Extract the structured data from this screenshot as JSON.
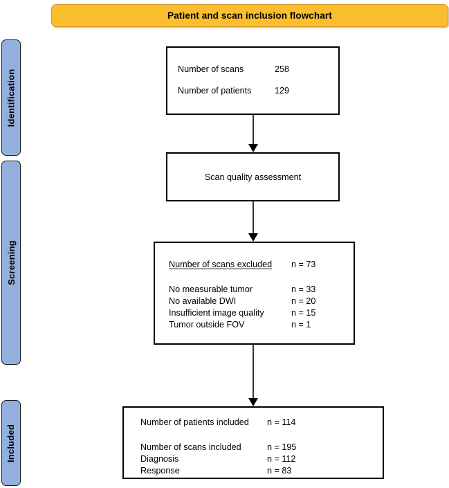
{
  "title": {
    "text": "Patient and scan inclusion flowchart",
    "background_color": "#FBBE2E",
    "border_color": "#D2952B"
  },
  "stages": [
    {
      "label": "Identification",
      "color": "#93AFDE"
    },
    {
      "label": "Screening",
      "color": "#93AFDE"
    },
    {
      "label": "Included",
      "color": "#93AFDE"
    }
  ],
  "boxes": {
    "identification": {
      "rows": [
        {
          "label": "Number of scans",
          "value": "258"
        },
        {
          "label": "Number of patients",
          "value": "129"
        }
      ]
    },
    "assessment": {
      "text": "Scan quality assessment"
    },
    "excluded": {
      "header": {
        "label": "Number of scans excluded",
        "value": "n = 73"
      },
      "rows": [
        {
          "label": "No measurable tumor",
          "value": "n = 33"
        },
        {
          "label": "No available DWI",
          "value": "n = 20"
        },
        {
          "label": "Insufficient image quality",
          "value": "n = 15"
        },
        {
          "label": "Tumor outside FOV",
          "value": "n = 1"
        }
      ]
    },
    "included": {
      "header": {
        "label": "Number of patients included",
        "value": "n = 114"
      },
      "rows": [
        {
          "label": "Number of scans included",
          "value": "n = 195"
        },
        {
          "label": "Diagnosis",
          "value": "n = 112"
        },
        {
          "label": "Response",
          "value": "n = 83"
        }
      ]
    }
  }
}
